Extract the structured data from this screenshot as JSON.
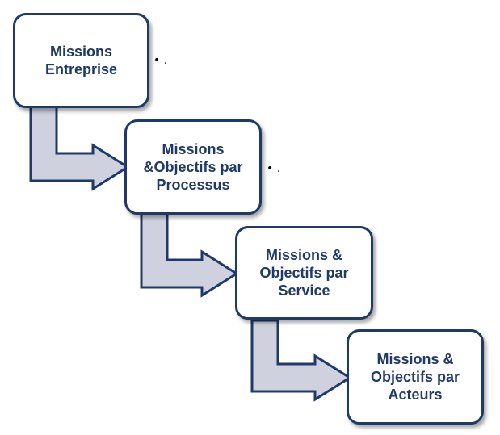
{
  "diagram": {
    "colors": {
      "border": "#1f3a68",
      "text": "#1f3a68",
      "arrow_fill": "#cfd2de",
      "arrow_stroke": "#1f3a68"
    },
    "steps": [
      {
        "label": "Missions\nEntreprise",
        "suffix": "• ."
      },
      {
        "label": "Missions\n&Objectifs par\nProcessus",
        "suffix": "• ."
      },
      {
        "label": "Missions &\nObjectifs par\nService"
      },
      {
        "label": "Missions &\nObjectifs par\nActeurs"
      }
    ]
  }
}
